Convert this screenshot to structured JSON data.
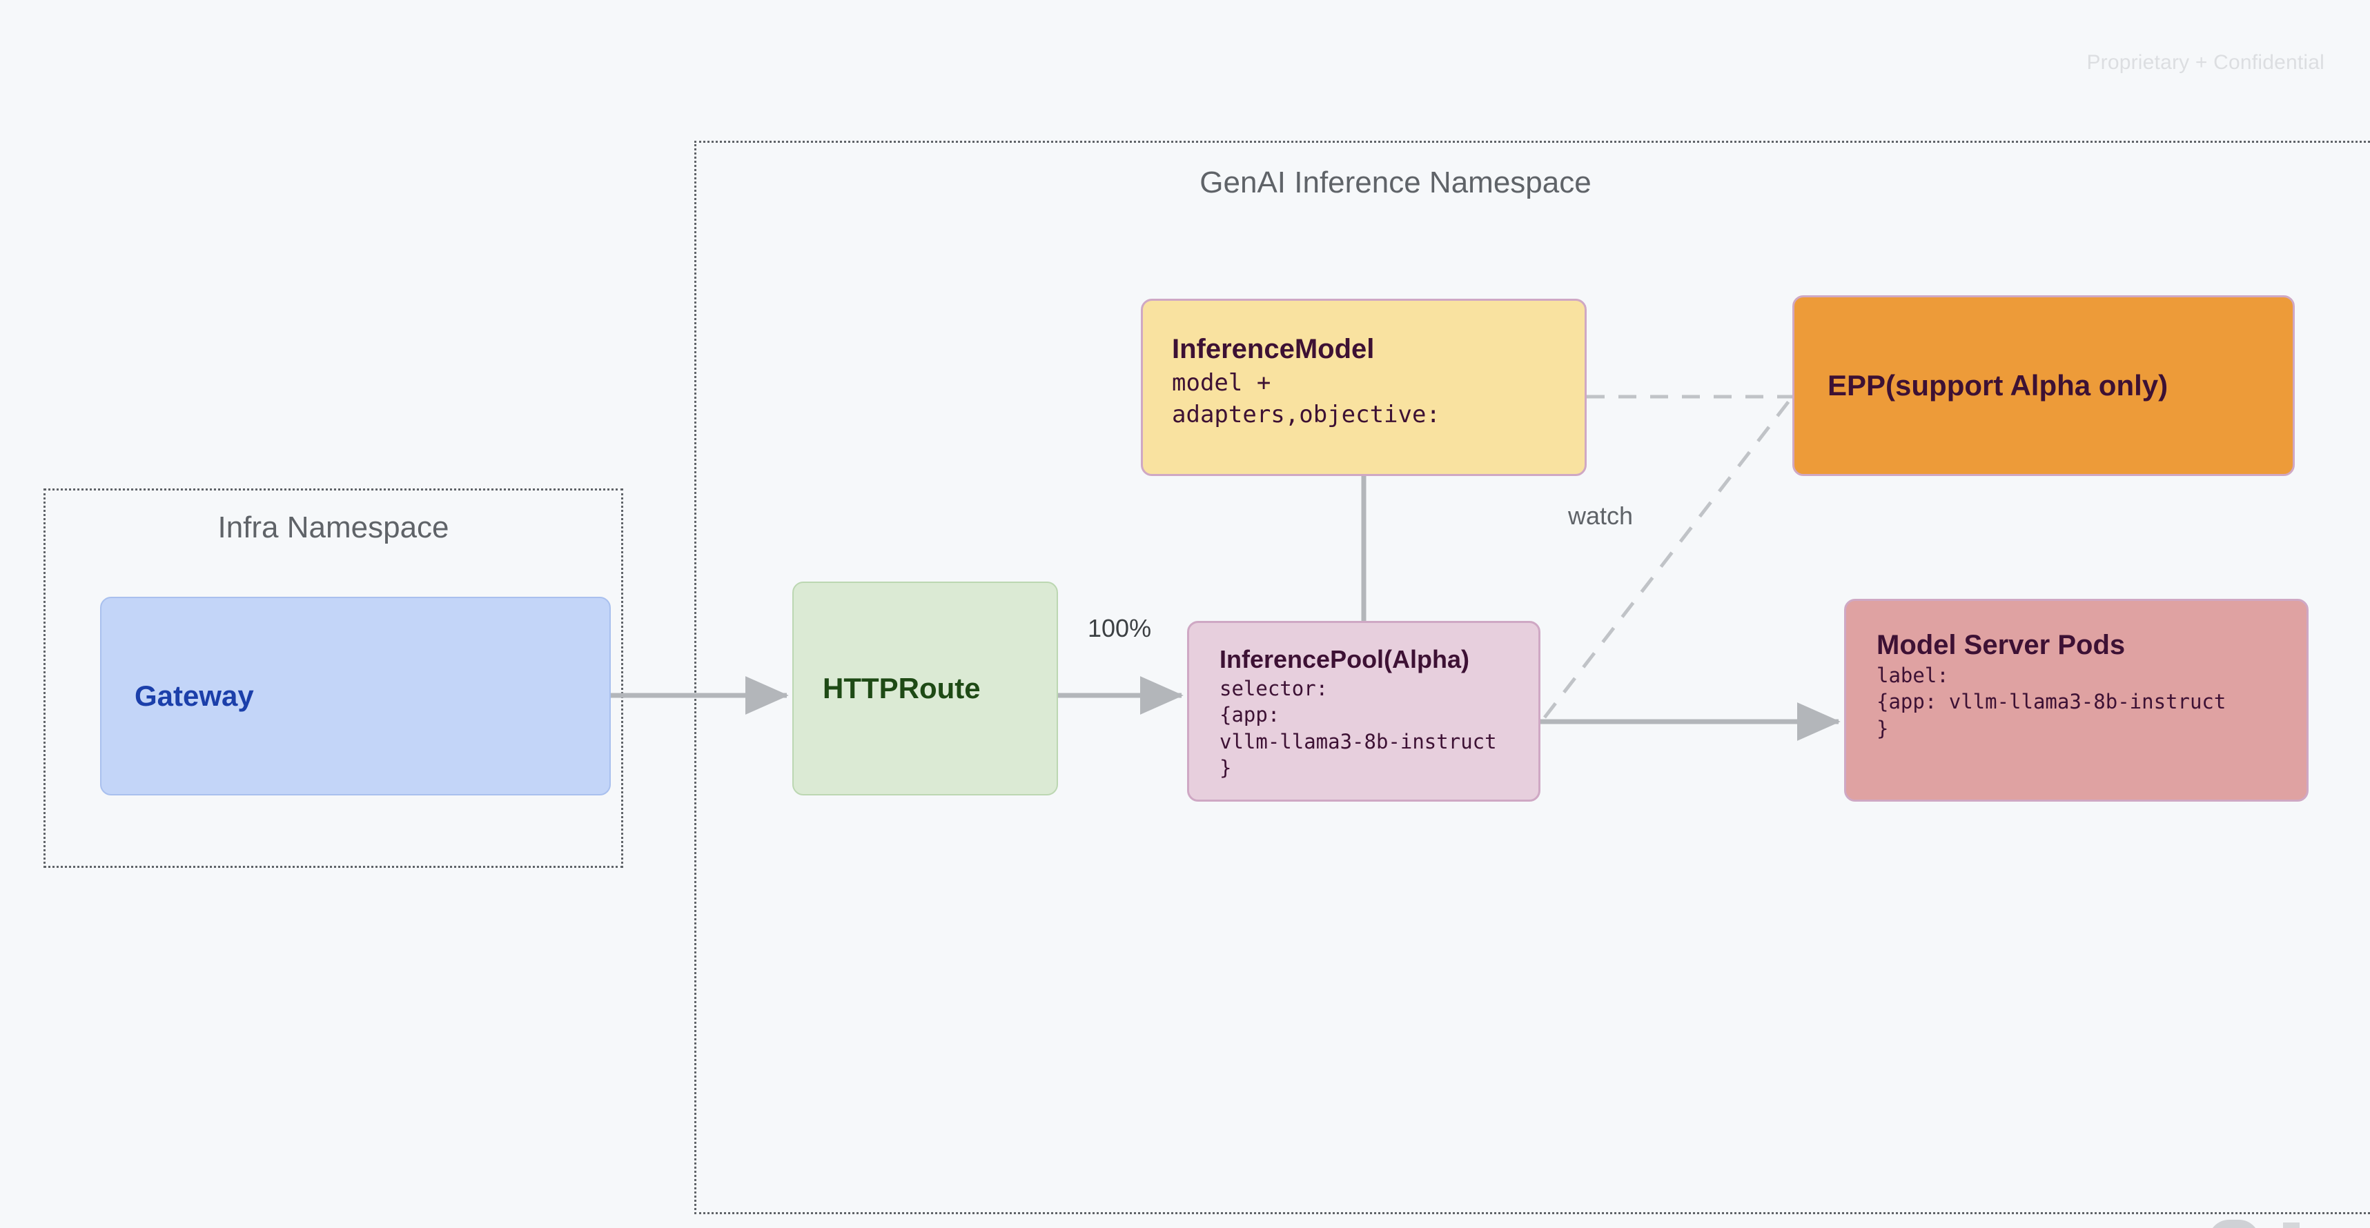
{
  "watermark": {
    "text": "Proprietary + Confidential"
  },
  "namespaces": {
    "infra": {
      "title": "Infra Namespace"
    },
    "genai": {
      "title": "GenAI Inference Namespace"
    }
  },
  "nodes": {
    "gateway": {
      "title": "Gateway",
      "fill": "#c3d5f8",
      "text_color": "#1b3faa"
    },
    "httproute": {
      "title": "HTTPRoute",
      "fill": "#dbead4",
      "text_color": "#1e4a15"
    },
    "inferencemodel": {
      "title": "InferenceModel",
      "body": "model +\nadapters,objective:",
      "fill": "#f9e2a0",
      "border": "#cfa8c4",
      "text_color": "#3d1134"
    },
    "epp": {
      "title": "EPP(support Alpha only)",
      "fill": "#ed9b39",
      "border": "#cfa8c4",
      "text_color": "#3d1134"
    },
    "inferencepool": {
      "title": "InferencePool(Alpha)",
      "body": "selector:\n{app:\nvllm-llama3-8b-instruct\n}",
      "fill": "#e7cfdd",
      "border": "#cfa8c4",
      "text_color": "#3d1134"
    },
    "modelserverpods": {
      "title": "Model Server Pods",
      "body": "label:\n{app: vllm-llama3-8b-instruct\n}",
      "fill": "#dfa2a2",
      "border": "#cfa8c4",
      "text_color": "#3d1134"
    }
  },
  "edges": {
    "gateway_to_httproute": {
      "label": "",
      "style": "solid-arrow"
    },
    "httproute_to_inferencepool": {
      "label": "100%",
      "style": "solid-arrow"
    },
    "inferencepool_to_modelserverpods": {
      "label": "",
      "style": "solid-arrow"
    },
    "inferencemodel_to_inferencepool": {
      "label": "",
      "style": "solid-line"
    },
    "inferencemodel_to_epp": {
      "label": "",
      "style": "dashed"
    },
    "inferencepool_to_epp": {
      "label": "watch",
      "style": "dashed"
    }
  },
  "colors": {
    "background": "#f6f8fa",
    "edge_gray": "#b3b6ba",
    "dashed_gray": "#c0c3c7",
    "namespace_border": "#5f6368"
  }
}
